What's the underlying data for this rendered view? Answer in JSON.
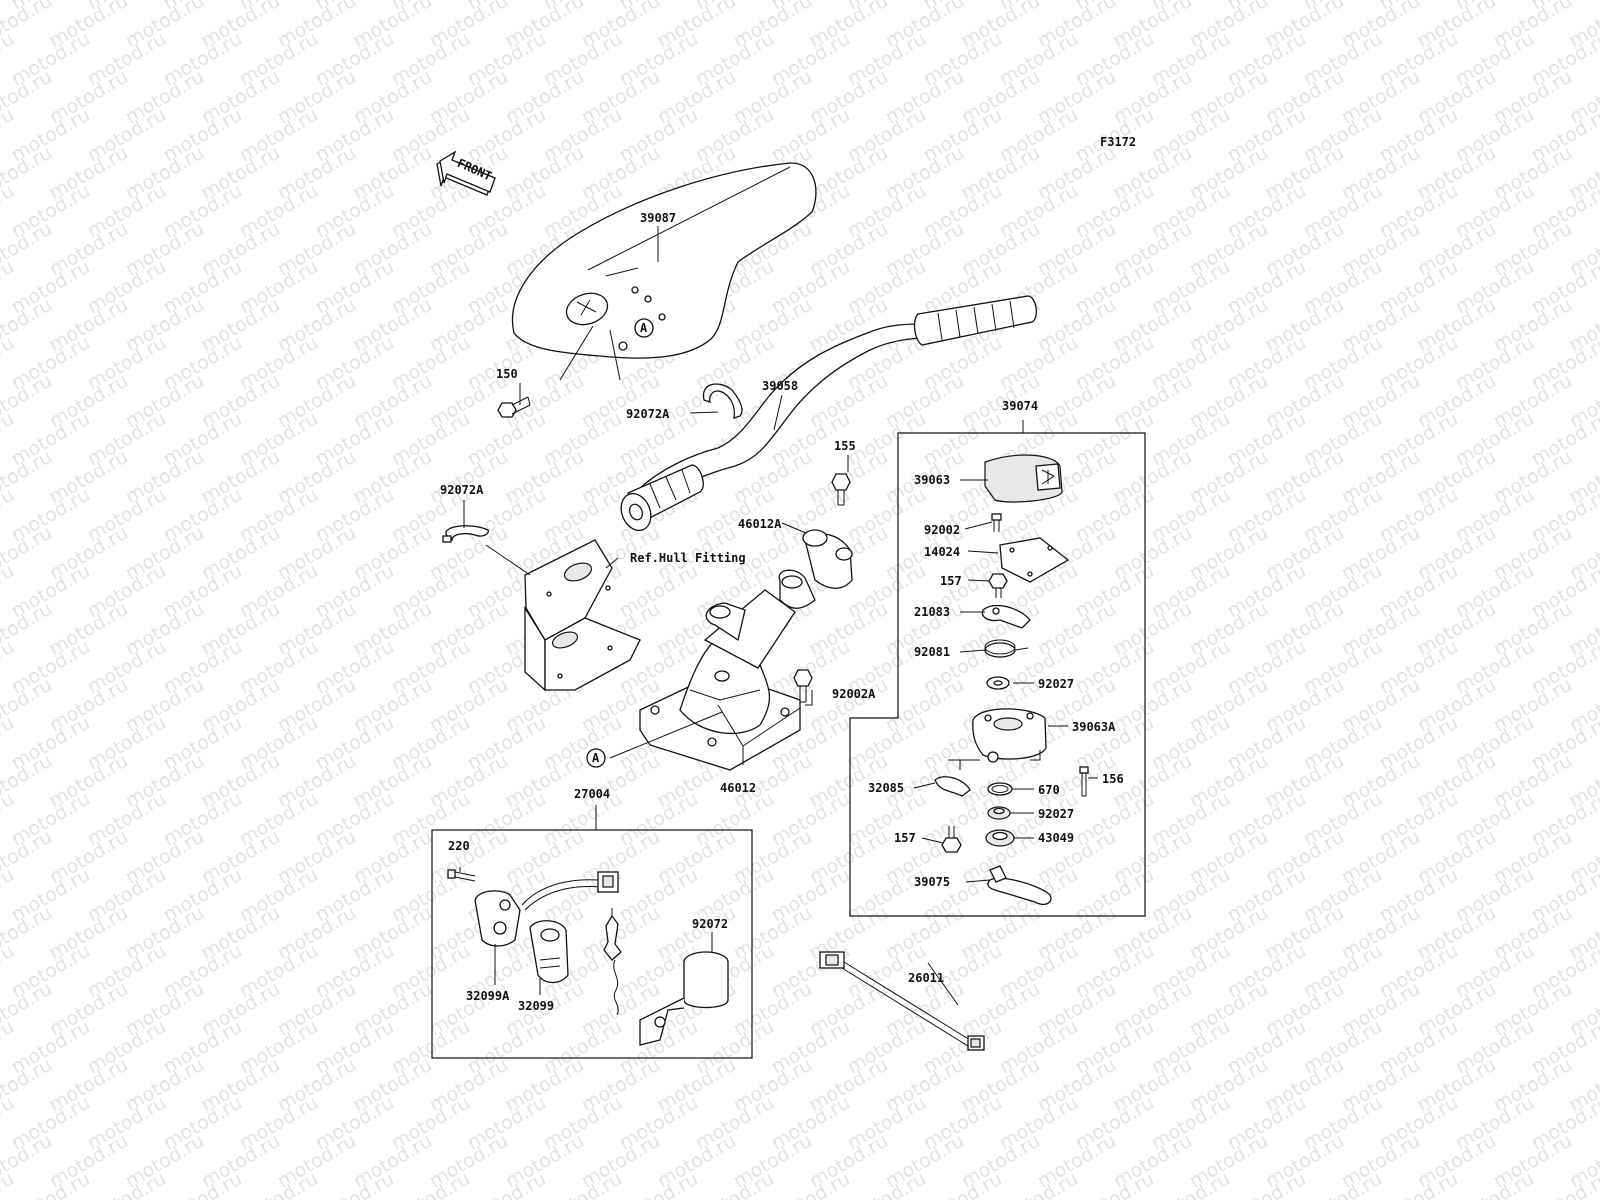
{
  "figure_code": "F3172",
  "watermark": "motod.ru",
  "front_arrow": "FRONT",
  "ref_marker": "A",
  "parts": {
    "cover": "39087",
    "bolt_150": "150",
    "band_upper": "92072A",
    "handlebar": "39058",
    "band_lower": "92072A",
    "hull_fitting": "Ref.Hull Fitting",
    "bolt_155": "155",
    "holder": "46012A",
    "bolt_92002a": "92002A",
    "mount": "46012",
    "assy_27004": "27004",
    "bolt_220": "220",
    "switch_a": "32099A",
    "switch": "32099",
    "band_92072": "92072",
    "wire_26011": "26011",
    "assy_39074": "39074",
    "cap_39063": "39063",
    "screw_92002": "92002",
    "gasket_14024": "14024",
    "bolt_157_top": "157",
    "lever_21083": "21083",
    "spring_92081": "92081",
    "washer_92027_top": "92027",
    "case_39063a": "39063A",
    "plate_32085": "32085",
    "oring_670": "670",
    "bolt_156": "156",
    "washer_92027_bottom": "92027",
    "bolt_157_bottom": "157",
    "seal_43049": "43049",
    "lever_39075": "39075"
  }
}
